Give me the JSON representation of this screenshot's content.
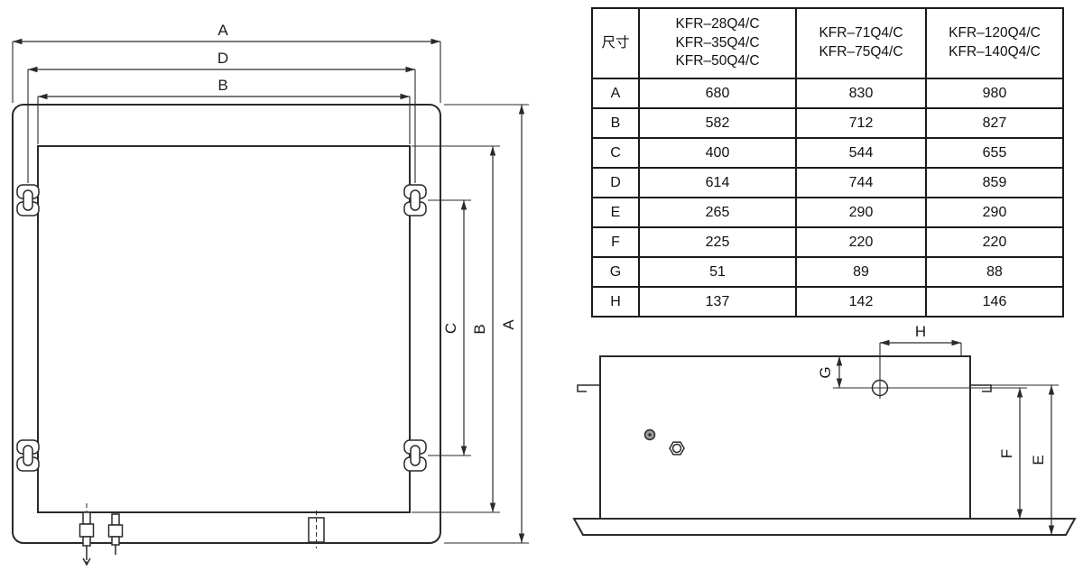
{
  "colors": {
    "line": "#2a2a2a",
    "border": "#1a1a1a",
    "text": "#1a1a1a",
    "background": "#ffffff"
  },
  "table": {
    "headers": {
      "dimension": "尺寸",
      "model_group_1": "KFR–28Q4/C\nKFR–35Q4/C\nKFR–50Q4/C",
      "model_group_2": "KFR–71Q4/C\nKFR–75Q4/C",
      "model_group_3": "KFR–120Q4/C\nKFR–140Q4/C"
    },
    "rows": [
      {
        "label": "A",
        "values": [
          "680",
          "830",
          "980"
        ]
      },
      {
        "label": "B",
        "values": [
          "582",
          "712",
          "827"
        ]
      },
      {
        "label": "C",
        "values": [
          "400",
          "544",
          "655"
        ]
      },
      {
        "label": "D",
        "values": [
          "614",
          "744",
          "859"
        ]
      },
      {
        "label": "E",
        "values": [
          "265",
          "290",
          "290"
        ]
      },
      {
        "label": "F",
        "values": [
          "225",
          "220",
          "220"
        ]
      },
      {
        "label": "G",
        "values": [
          "51",
          "89",
          "88"
        ]
      },
      {
        "label": "H",
        "values": [
          "137",
          "142",
          "146"
        ]
      }
    ]
  },
  "top_view": {
    "dim_a_horizontal": "A",
    "dim_d_horizontal": "D",
    "dim_b_horizontal": "B",
    "dim_c_vertical": "C",
    "dim_b_vertical": "B",
    "dim_a_vertical": "A"
  },
  "side_view": {
    "dim_h": "H",
    "dim_g": "G",
    "dim_f": "F",
    "dim_e": "E"
  }
}
